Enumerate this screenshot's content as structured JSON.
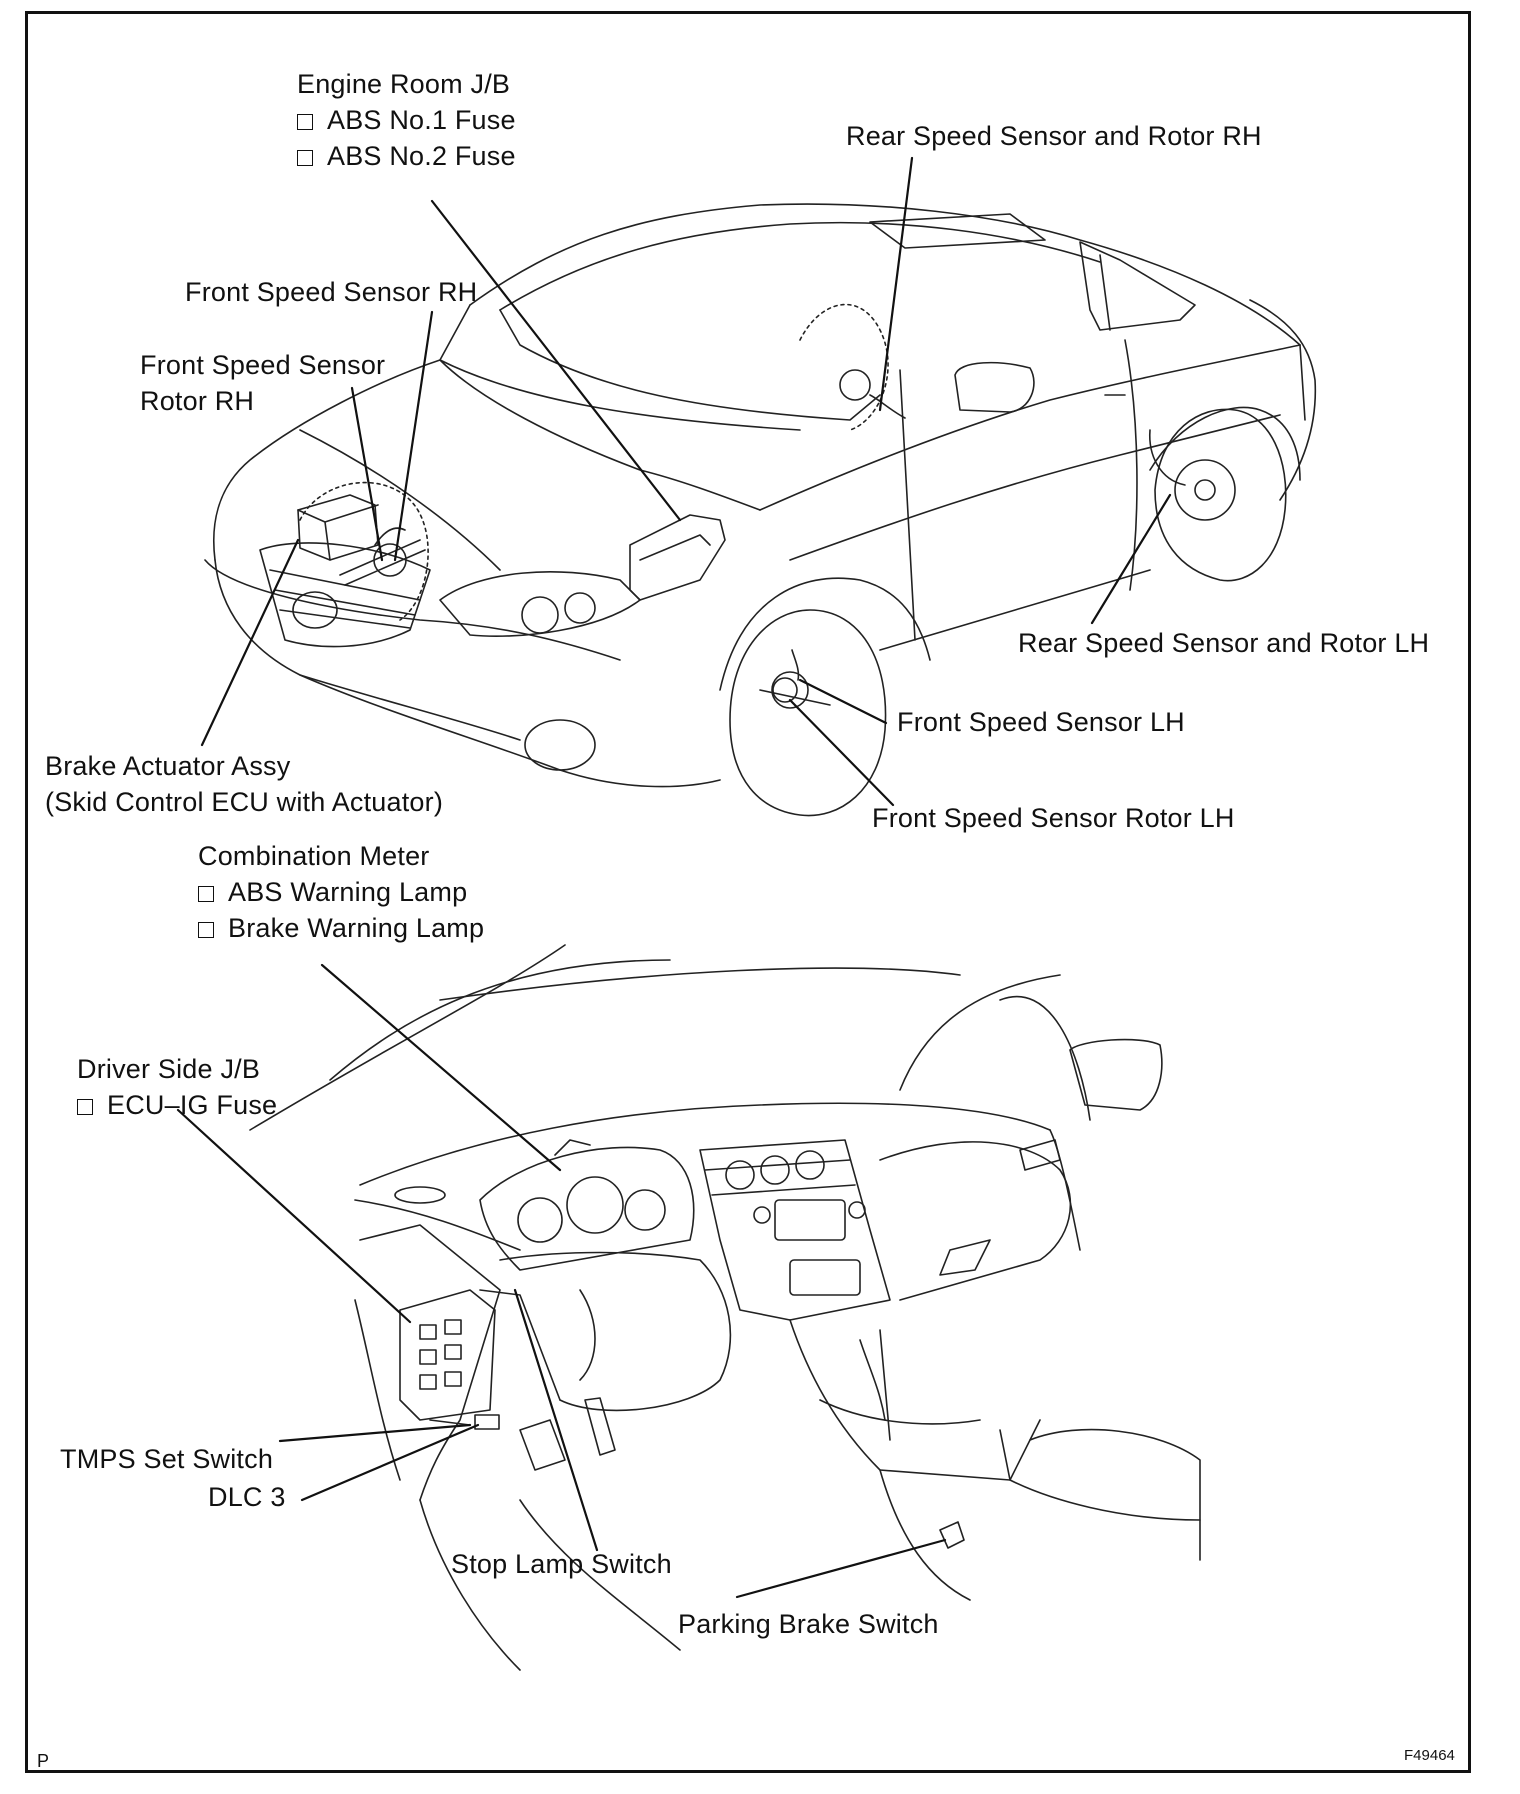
{
  "figure_id": "F49464",
  "corner_mark": "P",
  "labels": {
    "engine_room_jb": {
      "title": "Engine Room J/B",
      "items": [
        "ABS No.1 Fuse",
        "ABS No.2 Fuse"
      ]
    },
    "rear_speed_sensor_rh": "Rear Speed Sensor and Rotor RH",
    "front_speed_sensor_rh": "Front Speed Sensor RH",
    "front_speed_sensor_rotor_rh": [
      "Front Speed Sensor",
      "Rotor RH"
    ],
    "rear_speed_sensor_lh": "Rear Speed Sensor and Rotor LH",
    "front_speed_sensor_lh": "Front Speed Sensor LH",
    "front_speed_sensor_rotor_lh": "Front Speed Sensor Rotor LH",
    "brake_actuator": [
      "Brake Actuator Assy",
      "(Skid Control ECU with Actuator)"
    ],
    "combination_meter": {
      "title": "Combination Meter",
      "items": [
        "ABS Warning Lamp",
        "Brake Warning Lamp"
      ]
    },
    "driver_side_jb": {
      "title": "Driver Side J/B",
      "items": [
        "ECU–IG Fuse"
      ]
    },
    "tmps_set_switch": "TMPS Set Switch",
    "dlc3": "DLC 3",
    "stop_lamp_switch": "Stop Lamp Switch",
    "parking_brake_switch": "Parking Brake Switch"
  }
}
